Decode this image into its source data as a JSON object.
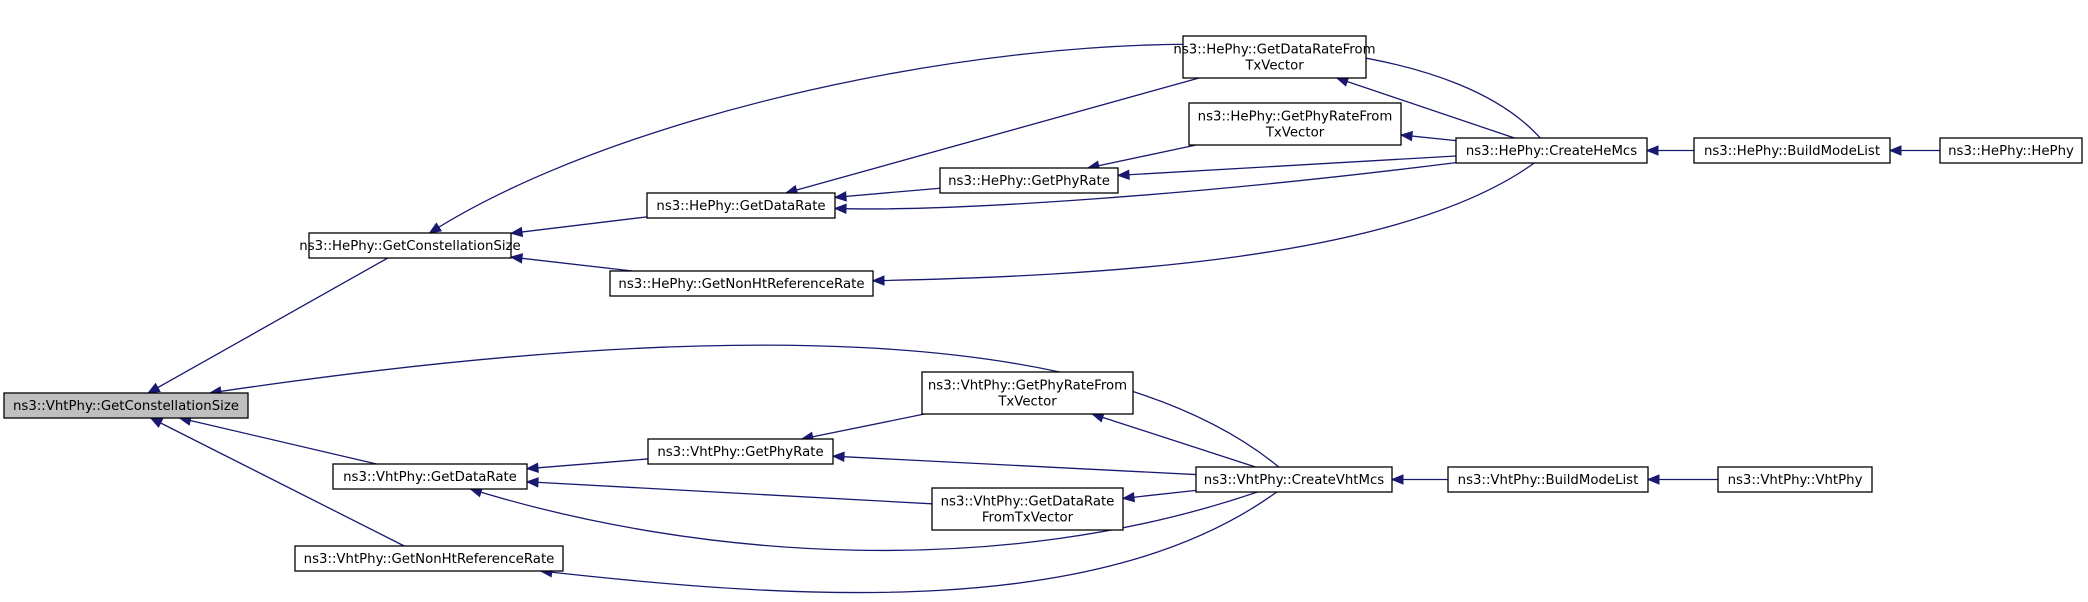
{
  "colors": {
    "edge": "#191970",
    "node_fill": "#ffffff",
    "root_fill": "#bfbfbf",
    "node_border": "#000000"
  },
  "nodes": [
    {
      "id": "vht_getconst",
      "lines": [
        "ns3::VhtPhy::GetConstellationSize"
      ],
      "highlight": true
    },
    {
      "id": "he_getconst",
      "lines": [
        "ns3::HePhy::GetConstellationSize"
      ]
    },
    {
      "id": "he_getdatarate",
      "lines": [
        "ns3::HePhy::GetDataRate"
      ]
    },
    {
      "id": "he_getnonht",
      "lines": [
        "ns3::HePhy::GetNonHtReferenceRate"
      ]
    },
    {
      "id": "he_getdatarateftx",
      "lines": [
        "ns3::HePhy::GetDataRateFrom",
        "TxVector"
      ]
    },
    {
      "id": "he_getphyrate",
      "lines": [
        "ns3::HePhy::GetPhyRate"
      ]
    },
    {
      "id": "he_getphyrateftx",
      "lines": [
        "ns3::HePhy::GetPhyRateFrom",
        "TxVector"
      ]
    },
    {
      "id": "he_createhemcs",
      "lines": [
        "ns3::HePhy::CreateHeMcs"
      ]
    },
    {
      "id": "he_buildmodelist",
      "lines": [
        "ns3::HePhy::BuildModeList"
      ]
    },
    {
      "id": "he_hephy",
      "lines": [
        "ns3::HePhy::HePhy"
      ]
    },
    {
      "id": "vht_getdatarate",
      "lines": [
        "ns3::VhtPhy::GetDataRate"
      ]
    },
    {
      "id": "vht_getnonht",
      "lines": [
        "ns3::VhtPhy::GetNonHtReferenceRate"
      ]
    },
    {
      "id": "vht_getphyrate",
      "lines": [
        "ns3::VhtPhy::GetPhyRate"
      ]
    },
    {
      "id": "vht_getphyrateftx",
      "lines": [
        "ns3::VhtPhy::GetPhyRateFrom",
        "TxVector"
      ]
    },
    {
      "id": "vht_getdatarateftx",
      "lines": [
        "ns3::VhtPhy::GetDataRate",
        "FromTxVector"
      ]
    },
    {
      "id": "vht_createvhtmcs",
      "lines": [
        "ns3::VhtPhy::CreateVhtMcs"
      ]
    },
    {
      "id": "vht_buildmodelist",
      "lines": [
        "ns3::VhtPhy::BuildModeList"
      ]
    },
    {
      "id": "vht_vhtphy",
      "lines": [
        "ns3::VhtPhy::VhtPhy"
      ]
    }
  ],
  "edges": [
    {
      "from": "he_getconst",
      "to": "vht_getconst"
    },
    {
      "from": "vht_createvhtmcs",
      "to": "vht_getconst"
    },
    {
      "from": "vht_getdatarate",
      "to": "vht_getconst"
    },
    {
      "from": "vht_getnonht",
      "to": "vht_getconst"
    },
    {
      "from": "he_createhemcs",
      "to": "he_getconst"
    },
    {
      "from": "he_getdatarate",
      "to": "he_getconst"
    },
    {
      "from": "he_getnonht",
      "to": "he_getconst"
    },
    {
      "from": "he_getdatarateftx",
      "to": "he_getdatarate"
    },
    {
      "from": "he_getphyrate",
      "to": "he_getdatarate"
    },
    {
      "from": "he_createhemcs",
      "to": "he_getdatarate"
    },
    {
      "from": "he_createhemcs",
      "to": "he_getnonht"
    },
    {
      "from": "he_createhemcs",
      "to": "he_getdatarateftx"
    },
    {
      "from": "he_getphyrateftx",
      "to": "he_getphyrate"
    },
    {
      "from": "he_createhemcs",
      "to": "he_getphyrate"
    },
    {
      "from": "he_createhemcs",
      "to": "he_getphyrateftx"
    },
    {
      "from": "he_buildmodelist",
      "to": "he_createhemcs"
    },
    {
      "from": "he_hephy",
      "to": "he_buildmodelist"
    },
    {
      "from": "vht_getphyrate",
      "to": "vht_getdatarate"
    },
    {
      "from": "vht_getdatarateftx",
      "to": "vht_getdatarate"
    },
    {
      "from": "vht_createvhtmcs",
      "to": "vht_getdatarate"
    },
    {
      "from": "vht_createvhtmcs",
      "to": "vht_getnonht"
    },
    {
      "from": "vht_getphyrateftx",
      "to": "vht_getphyrate"
    },
    {
      "from": "vht_createvhtmcs",
      "to": "vht_getphyrate"
    },
    {
      "from": "vht_createvhtmcs",
      "to": "vht_getphyrateftx"
    },
    {
      "from": "vht_createvhtmcs",
      "to": "vht_getdatarateftx"
    },
    {
      "from": "vht_buildmodelist",
      "to": "vht_createvhtmcs"
    },
    {
      "from": "vht_vhtphy",
      "to": "vht_buildmodelist"
    }
  ]
}
